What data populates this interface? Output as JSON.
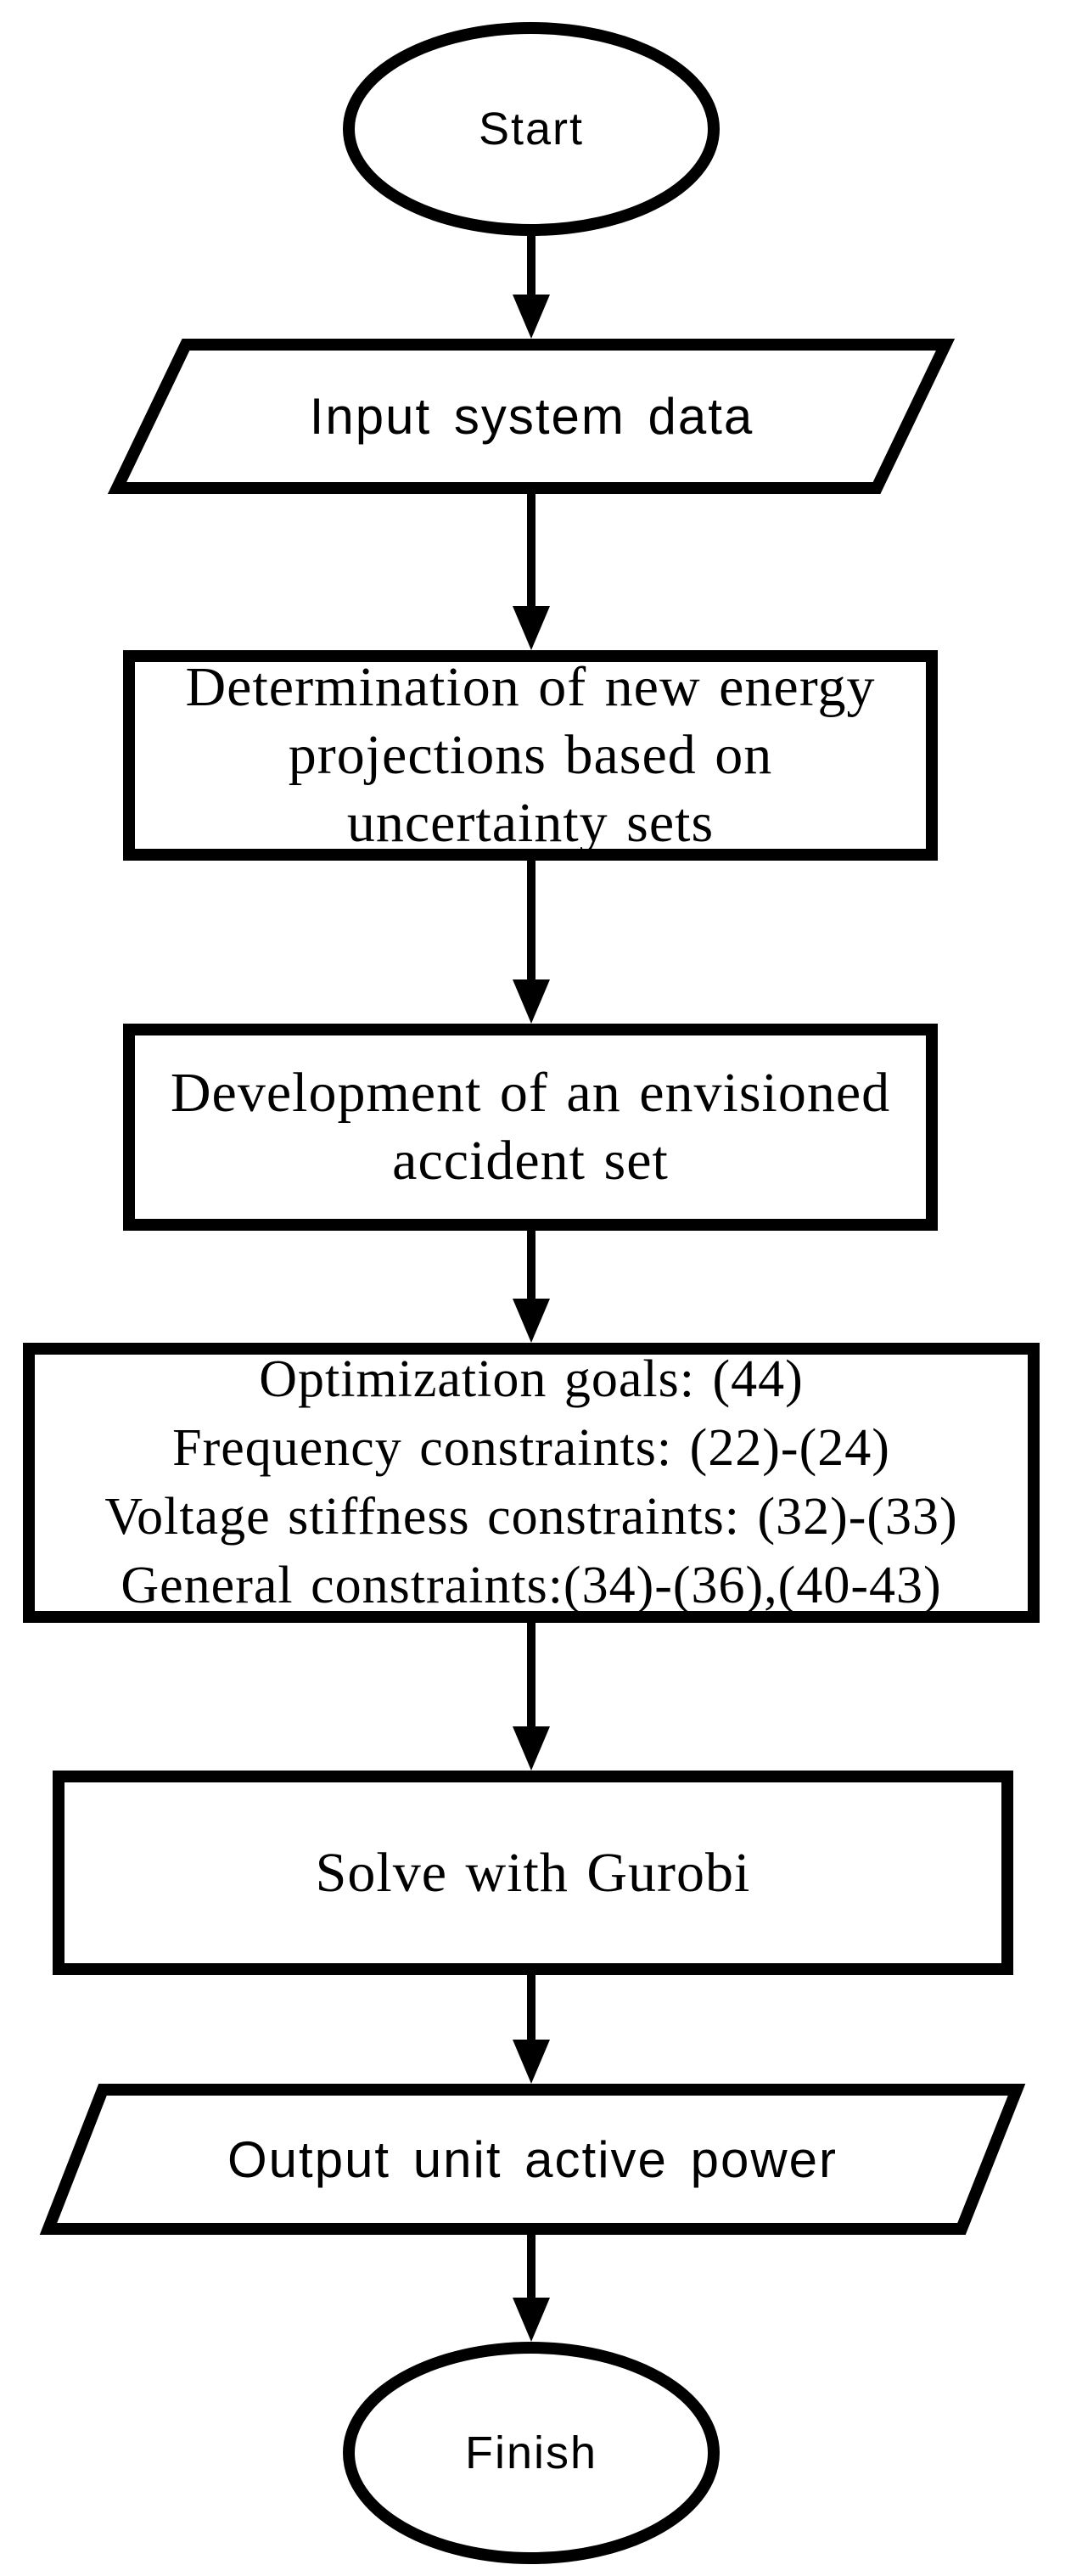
{
  "diagram": {
    "type": "flowchart",
    "colors": {
      "stroke": "#000000",
      "fill": "#ffffff",
      "background": "#ffffff"
    },
    "nodes": [
      {
        "id": "start",
        "shape": "terminator-ellipse",
        "label": "Start"
      },
      {
        "id": "input-system-data",
        "shape": "io-parallelogram",
        "label": "Input system data"
      },
      {
        "id": "new-energy-projections",
        "shape": "process-rectangle",
        "lines": [
          "Determination of new energy",
          "projections based on",
          "uncertainty sets"
        ]
      },
      {
        "id": "envisioned-accident-set",
        "shape": "process-rectangle",
        "lines": [
          "Development of an envisioned",
          "accident set"
        ]
      },
      {
        "id": "optimization-model",
        "shape": "process-rectangle",
        "lines": [
          "Optimization goals: (44)",
          "Frequency constraints: (22)-(24)",
          "Voltage stiffness constraints: (32)-(33)",
          "General constraints:(34)-(36),(40-43)"
        ]
      },
      {
        "id": "solve-with-gurobi",
        "shape": "process-rectangle",
        "label": "Solve with Gurobi"
      },
      {
        "id": "output-unit-active-power",
        "shape": "io-parallelogram",
        "label": "Output unit active power"
      },
      {
        "id": "finish",
        "shape": "terminator-ellipse",
        "label": "Finish"
      }
    ],
    "edges": [
      {
        "from": "start",
        "to": "input-system-data"
      },
      {
        "from": "input-system-data",
        "to": "new-energy-projections"
      },
      {
        "from": "new-energy-projections",
        "to": "envisioned-accident-set"
      },
      {
        "from": "envisioned-accident-set",
        "to": "optimization-model"
      },
      {
        "from": "optimization-model",
        "to": "solve-with-gurobi"
      },
      {
        "from": "solve-with-gurobi",
        "to": "output-unit-active-power"
      },
      {
        "from": "output-unit-active-power",
        "to": "finish"
      }
    ]
  }
}
